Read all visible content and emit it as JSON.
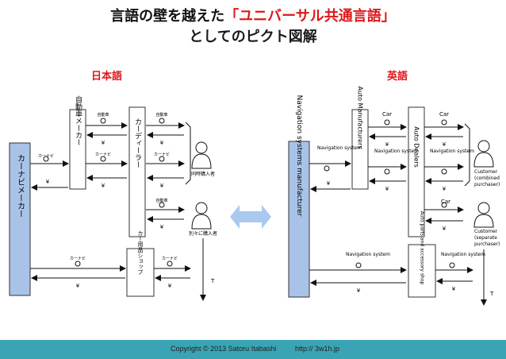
{
  "title": {
    "line1_black": "言語の壁を越えた",
    "line1_red": "「ユニバーサル共通言語」",
    "line2": "としてのピクト図解"
  },
  "labels": {
    "japanese": "日本語",
    "english": "英語"
  },
  "jp": {
    "navi_maker": "カーナビメーカー",
    "car_maker": "自動車メーカー",
    "dealer": "カーディーラー",
    "shop": "カー用品ショップ",
    "car": "自動車",
    "navi": "カーナビ",
    "yen": "¥",
    "combined": "同時購入者",
    "separate": "別々に購入者",
    "t": "T"
  },
  "en": {
    "navi_maker": "Navigation systems manufacturer",
    "car_maker": "Auto Manufacturers",
    "dealer": "Auto Dealers",
    "shop": "Auto parts and accessory shop",
    "car": "Car",
    "navi": "Navigation system",
    "yen": "¥",
    "combined_1": "Customer",
    "combined_2": "(combined",
    "combined_3": "purchaser)",
    "separate_1": "Customer",
    "separate_2": "(separate",
    "separate_3": "purchaser)",
    "t": "T"
  },
  "footer": {
    "copyright": "Copyright  © 2013 Satoru Itabashi",
    "url": "http:// 3w1h.jp"
  },
  "colors": {
    "accent_red": "#e0161b",
    "blue_bar": "#a9c3e8",
    "footer": "#3aa4b4"
  }
}
